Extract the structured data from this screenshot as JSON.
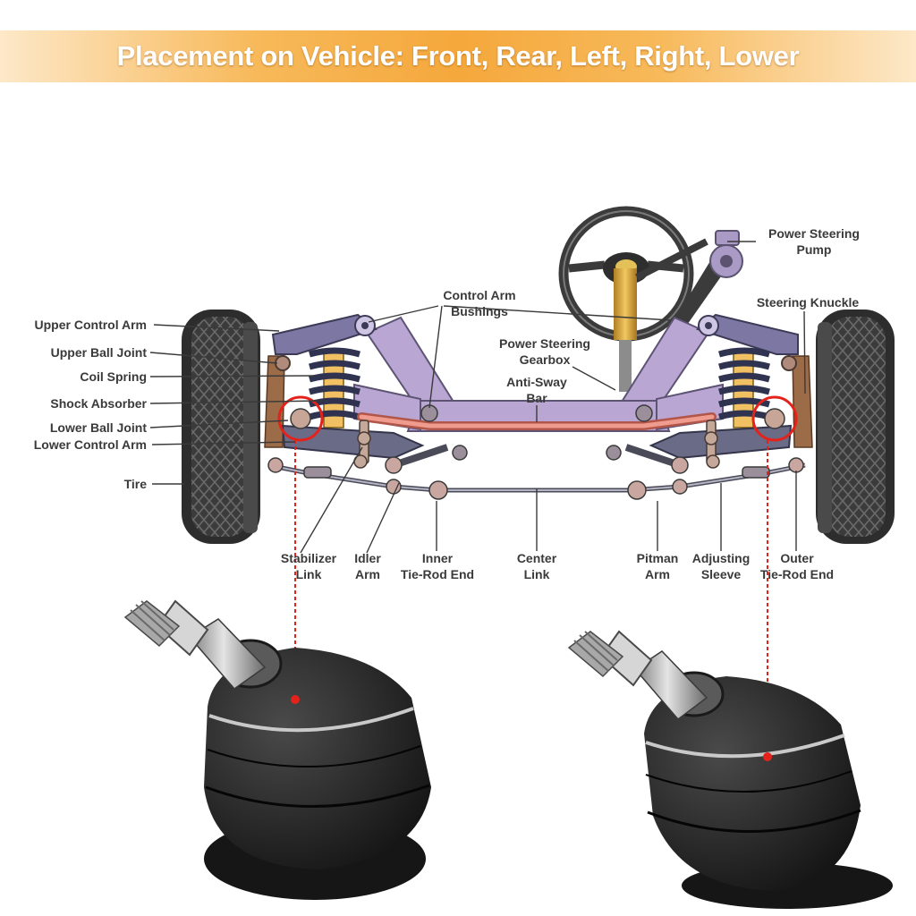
{
  "header": {
    "title": "Placement on Vehicle: Front, Rear, Left, Right, Lower"
  },
  "labels": {
    "upper_control_arm": "Upper Control Arm",
    "upper_ball_joint": "Upper Ball Joint",
    "coil_spring": "Coil Spring",
    "shock_absorber": "Shock Absorber",
    "lower_ball_joint": "Lower Ball Joint",
    "lower_control_arm": "Lower Control Arm",
    "tire": "Tire",
    "control_arm_bushings": [
      "Control Arm",
      "Bushings"
    ],
    "power_steering_gearbox": [
      "Power Steering",
      "Gearbox"
    ],
    "anti_sway_bar": [
      "Anti-Sway",
      "Bar"
    ],
    "power_steering_pump": [
      "Power Steering",
      "Pump"
    ],
    "steering_knuckle": "Steering Knuckle",
    "stabilizer_link": [
      "Stabilizer",
      "Link"
    ],
    "idler_arm": [
      "Idler",
      "Arm"
    ],
    "inner_tie_rod_end": [
      "Inner",
      "Tie-Rod End"
    ],
    "center_link": [
      "Center",
      "Link"
    ],
    "pitman_arm": [
      "Pitman",
      "Arm"
    ],
    "adjusting_sleeve": [
      "Adjusting",
      "Sleeve"
    ],
    "outer_tie_rod_end": [
      "Outer",
      "Tie-Rod End"
    ]
  },
  "colors": {
    "banner_orange": "#f5a83c",
    "frame_purple": "#b9a6d3",
    "sway_bar_red": "#ec8a7c",
    "highlight_red": "#e3231b",
    "tire_dark": "#3a3a3a"
  }
}
